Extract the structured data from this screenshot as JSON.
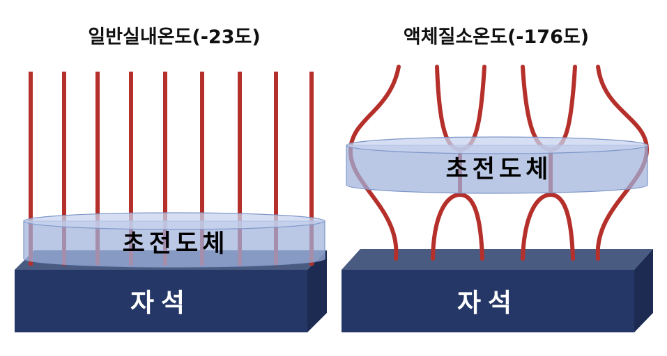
{
  "panels": [
    {
      "title": "일반실내온도(-23도)",
      "superconductor_label": "초전도체",
      "magnet_label": "자석"
    },
    {
      "title": "액체질소온도(-176도)",
      "superconductor_label": "초전도체",
      "magnet_label": "자석"
    }
  ],
  "colors": {
    "field_line": "#b5302b",
    "magnet_top": "#4a5b82",
    "magnet_front": "#243766",
    "magnet_side": "#1d2b52",
    "superconductor_fill": "#9fb3dd",
    "superconductor_edge": "#7f97c8"
  }
}
